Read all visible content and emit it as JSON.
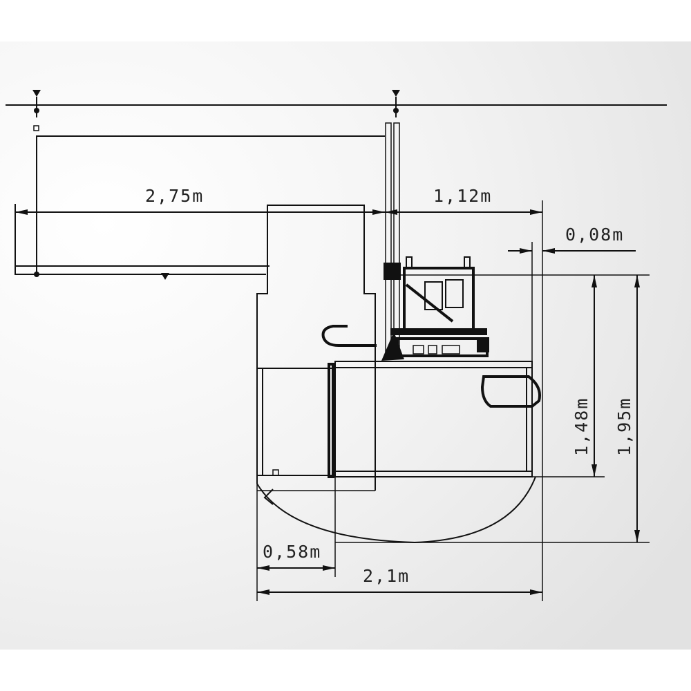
{
  "drawing": {
    "dimensions": {
      "arm_length": "2,75m",
      "arm_offset": "1,12m",
      "side_clearance": "0,08m",
      "body_depth": "1,48m",
      "total_depth": "1,95m",
      "rear_overhang": "0,58m",
      "total_width": "2,1m"
    },
    "colors": {
      "line": "#111111",
      "background": "#e8e8e8"
    }
  }
}
